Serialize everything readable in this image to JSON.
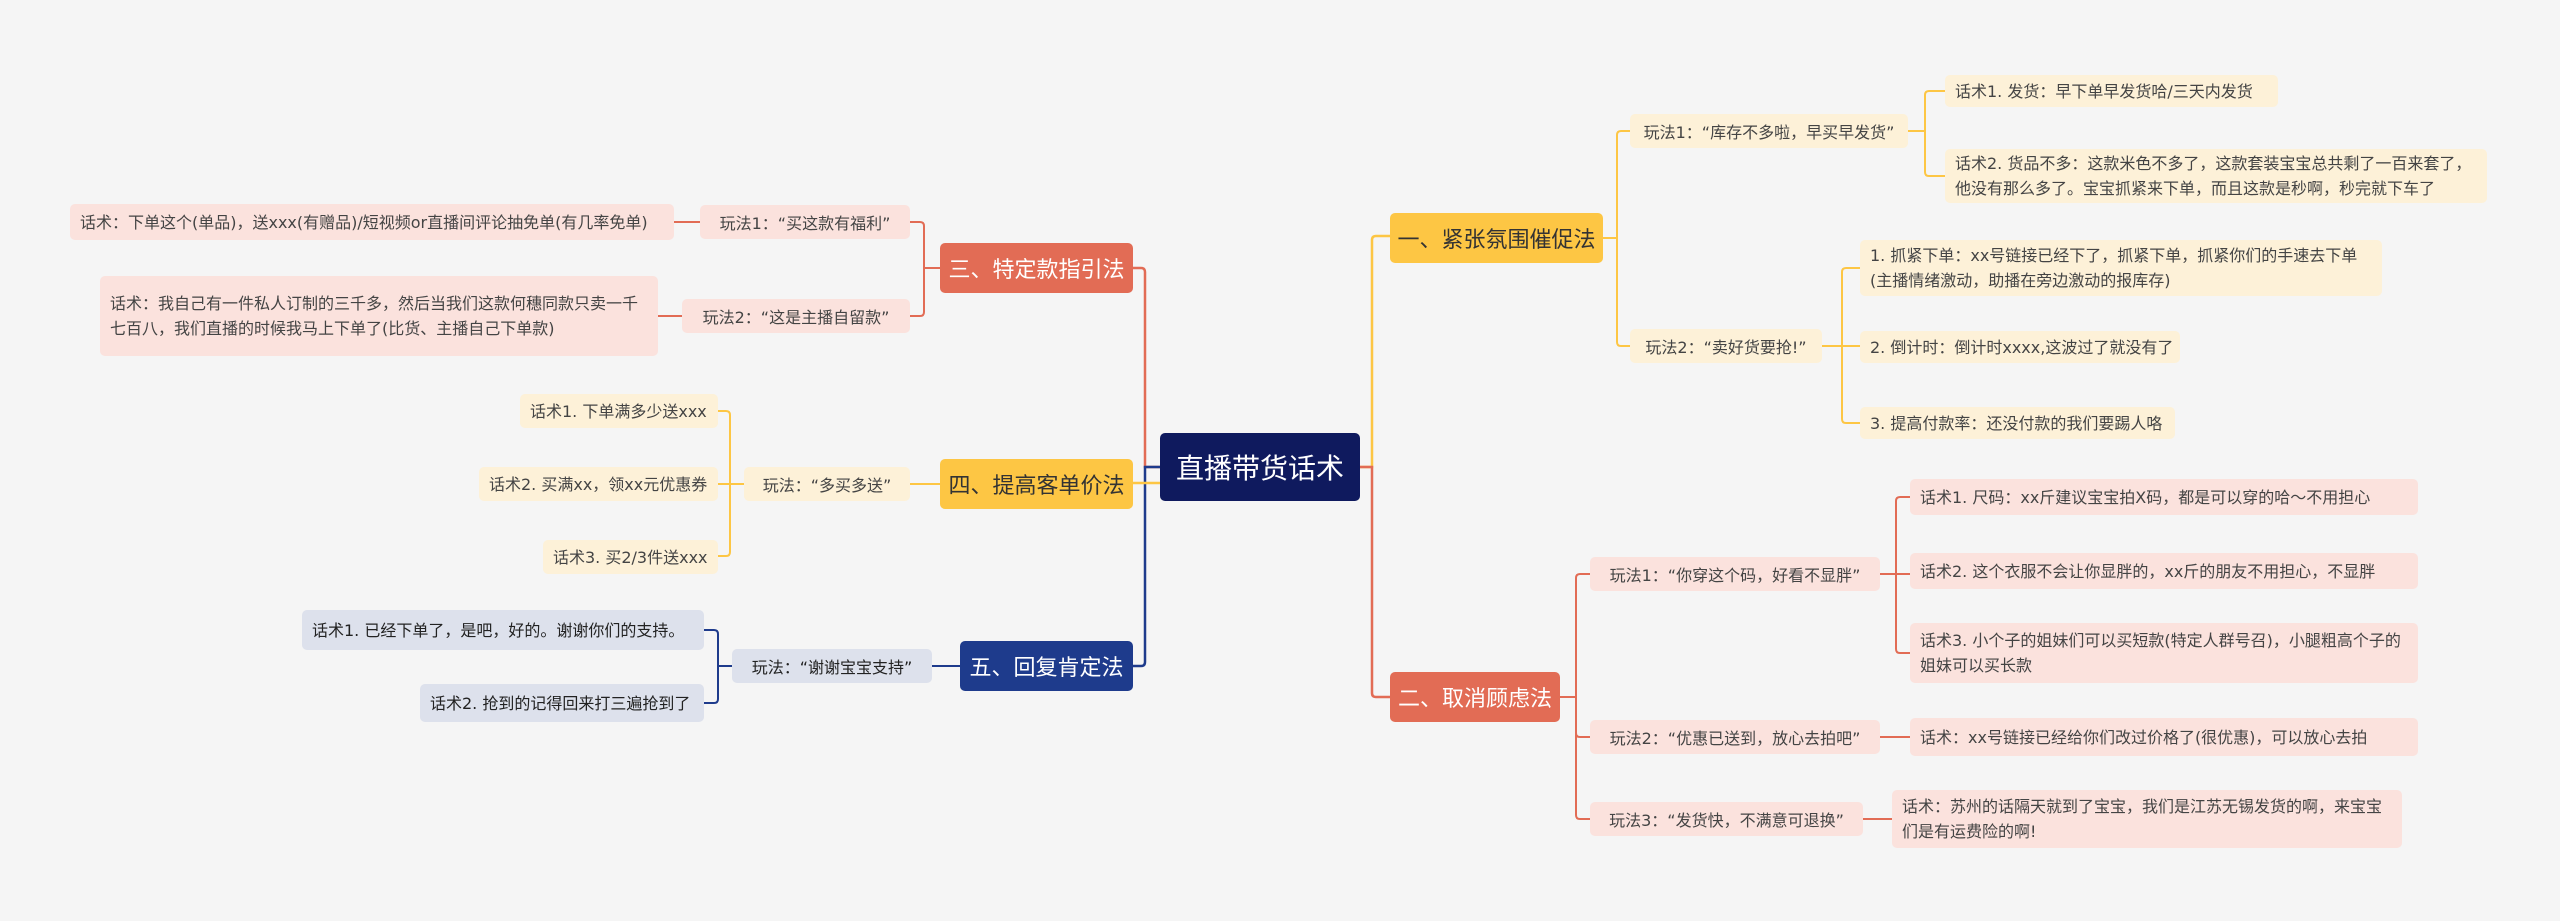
{
  "root": "直播带货话术",
  "colors": {
    "yellow": "#fdc644",
    "red": "#e26c55",
    "navy": "#1e3b8c",
    "root": "#0f1a5e"
  },
  "branches": {
    "b1": {
      "title": "一、紧张氛围催促法",
      "p1": {
        "label": "玩法1：“库存不多啦，早买早发货”",
        "t1": "话术1. 发货：早下单早发货哈/三天内发货",
        "t2": "话术2. 货品不多：这款米色不多了，这款套装宝宝总共剩了一百来套了，他没有那么多了。宝宝抓紧来下单，而且这款是秒啊，秒完就下车了"
      },
      "p2": {
        "label": "玩法2：“卖好货要抢!”",
        "t1": "1. 抓紧下单：xx号链接已经下了，抓紧下单，抓紧你们的手速去下单(主播情绪激动，助播在旁边激动的报库存)",
        "t2": "2. 倒计时：倒计时xxxx,这波过了就没有了",
        "t3": "3. 提高付款率：还没付款的我们要踢人咯"
      }
    },
    "b2": {
      "title": "二、取消顾虑法",
      "p1": {
        "label": "玩法1：“你穿这个码，好看不显胖”",
        "t1": "话术1. 尺码：xx斤建议宝宝拍X码，都是可以穿的哈～不用担心",
        "t2": "话术2. 这个衣服不会让你显胖的，xx斤的朋友不用担心，不显胖",
        "t3": "话术3. 小个子的姐妹们可以买短款(特定人群号召)，小腿粗高个子的姐妹可以买长款"
      },
      "p2": {
        "label": "玩法2：“优惠已送到，放心去拍吧”",
        "t1": "话术：xx号链接已经给你们改过价格了(很优惠)，可以放心去拍"
      },
      "p3": {
        "label": "玩法3：“发货快，不满意可退换”",
        "t1": "话术：苏州的话隔天就到了宝宝，我们是江苏无锡发货的啊，来宝宝们是有运费险的啊!"
      }
    },
    "b3": {
      "title": "三、特定款指引法",
      "p1": {
        "label": "玩法1：“买这款有福利”",
        "t1": "话术：下单这个(单品)，送xxx(有赠品)/短视频or直播间评论抽免单(有几率免单)"
      },
      "p2": {
        "label": "玩法2：“这是主播自留款”",
        "t1": "话术：我自己有一件私人订制的三千多，然后当我们这款何穗同款只卖一千七百八，我们直播的时候我马上下单了(比货、主播自己下单款)"
      }
    },
    "b4": {
      "title": "四、提高客单价法",
      "p1": {
        "label": "玩法：“多买多送”",
        "t1": "话术1. 下单满多少送xxx",
        "t2": "话术2. 买满xx，领xx元优惠券",
        "t3": "话术3. 买2/3件送xxx"
      }
    },
    "b5": {
      "title": "五、回复肯定法",
      "p1": {
        "label": "玩法：“谢谢宝宝支持”",
        "t1": "话术1. 已经下单了，是吧，好的。谢谢你们的支持。",
        "t2": "话术2. 抢到的记得回来打三遍抢到了"
      }
    }
  }
}
